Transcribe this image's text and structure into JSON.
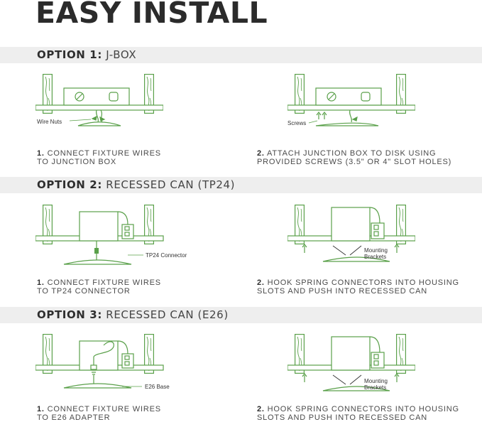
{
  "title": "EASY INSTALL",
  "options": [
    {
      "label": "OPTION 1:",
      "sub": "J-BOX",
      "steps": [
        {
          "num": "1.",
          "line1": "CONNECT FIXTURE WIRES",
          "line2": "TO JUNCTION BOX",
          "callout": "Wire Nuts"
        },
        {
          "num": "2.",
          "line1": "ATTACH JUNCTION BOX TO DISK USING",
          "line2": "PROVIDED SCREWS (3.5\" OR 4\" SLOT HOLES)",
          "callout": "Screws"
        }
      ]
    },
    {
      "label": "OPTION 2:",
      "sub": "RECESSED CAN (TP24)",
      "steps": [
        {
          "num": "1.",
          "line1": "CONNECT FIXTURE WIRES",
          "line2": "TO TP24 CONNECTOR",
          "callout": "TP24 Connector"
        },
        {
          "num": "2.",
          "line1": "HOOK SPRING CONNECTORS INTO HOUSING",
          "line2": "SLOTS AND PUSH INTO RECESSED CAN",
          "callout1": "Mounting",
          "callout2": "Brackets"
        }
      ]
    },
    {
      "label": "OPTION 3:",
      "sub": "RECESSED CAN (E26)",
      "steps": [
        {
          "num": "1.",
          "line1": "CONNECT FIXTURE WIRES",
          "line2": "TO E26 ADAPTER",
          "callout": "E26 Base"
        },
        {
          "num": "2.",
          "line1": "HOOK SPRING CONNECTORS INTO HOUSING",
          "line2": "SLOTS AND PUSH INTO RECESSED CAN",
          "callout1": "Mounting",
          "callout2": "Brackets"
        }
      ]
    }
  ],
  "colors": {
    "line": "#5aa04a",
    "band": "#eeeeee",
    "text": "#3a3a3a"
  }
}
